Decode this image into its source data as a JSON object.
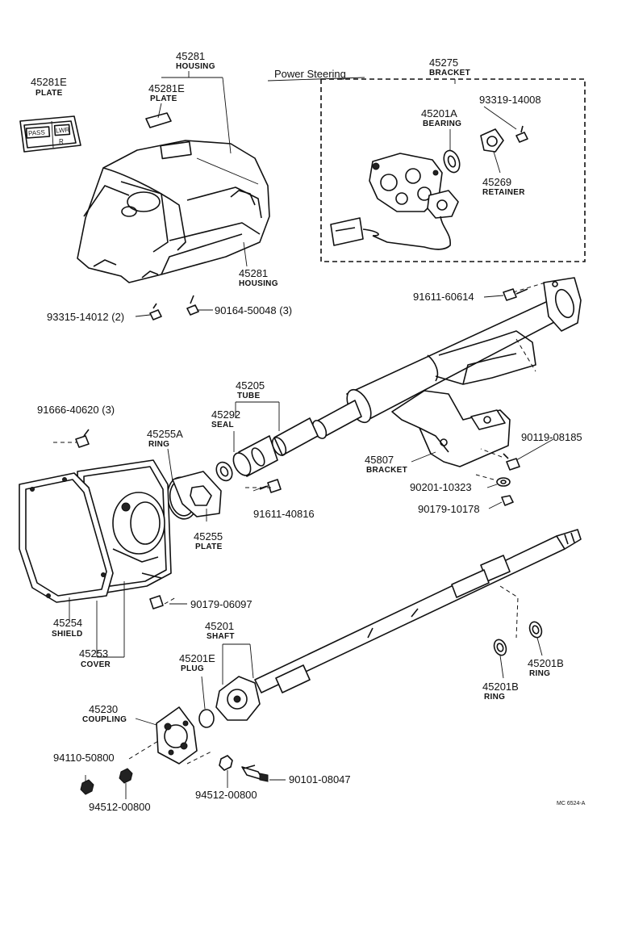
{
  "section_title": "Power Steering",
  "drawing_code": "MC 6524-A",
  "plate_symbols": [
    "PASS",
    "LWR",
    "R"
  ],
  "parts": [
    {
      "id": "p_45281E_a",
      "number": "45281E",
      "name": "PLATE"
    },
    {
      "id": "p_45281_a",
      "number": "45281",
      "name": "HOUSING"
    },
    {
      "id": "p_45281E_b",
      "number": "45281E",
      "name": "PLATE"
    },
    {
      "id": "p_45281_b",
      "number": "45281",
      "name": "HOUSING"
    },
    {
      "id": "p_93315",
      "number": "93315-14012 (2)",
      "name": ""
    },
    {
      "id": "p_90164",
      "number": "90164-50048 (3)",
      "name": ""
    },
    {
      "id": "p_45275",
      "number": "45275",
      "name": "BRACKET"
    },
    {
      "id": "p_45201A",
      "number": "45201A",
      "name": "BEARING"
    },
    {
      "id": "p_93319",
      "number": "93319-14008",
      "name": ""
    },
    {
      "id": "p_45269",
      "number": "45269",
      "name": "RETAINER"
    },
    {
      "id": "p_91611_60614",
      "number": "91611-60614",
      "name": ""
    },
    {
      "id": "p_45205",
      "number": "45205",
      "name": "TUBE"
    },
    {
      "id": "p_45292",
      "number": "45292",
      "name": "SEAL"
    },
    {
      "id": "p_91666",
      "number": "91666-40620 (3)",
      "name": ""
    },
    {
      "id": "p_45255A",
      "number": "45255A",
      "name": "RING"
    },
    {
      "id": "p_45807",
      "number": "45807",
      "name": "BRACKET"
    },
    {
      "id": "p_90119",
      "number": "90119-08185",
      "name": ""
    },
    {
      "id": "p_90201",
      "number": "90201-10323",
      "name": ""
    },
    {
      "id": "p_90179_10178",
      "number": "90179-10178",
      "name": ""
    },
    {
      "id": "p_91611_40816",
      "number": "91611-40816",
      "name": ""
    },
    {
      "id": "p_45255",
      "number": "45255",
      "name": "PLATE"
    },
    {
      "id": "p_90179_06097",
      "number": "90179-06097",
      "name": ""
    },
    {
      "id": "p_45254",
      "number": "45254",
      "name": "SHIELD"
    },
    {
      "id": "p_45253",
      "number": "45253",
      "name": "COVER"
    },
    {
      "id": "p_45201",
      "number": "45201",
      "name": "SHAFT"
    },
    {
      "id": "p_45201E",
      "number": "45201E",
      "name": "PLUG"
    },
    {
      "id": "p_45230",
      "number": "45230",
      "name": "COUPLING"
    },
    {
      "id": "p_45201B_a",
      "number": "45201B",
      "name": "RING"
    },
    {
      "id": "p_45201B_b",
      "number": "45201B",
      "name": "RING"
    },
    {
      "id": "p_94110",
      "number": "94110-50800",
      "name": ""
    },
    {
      "id": "p_94512_a",
      "number": "94512-00800",
      "name": ""
    },
    {
      "id": "p_94512_b",
      "number": "94512-00800",
      "name": ""
    },
    {
      "id": "p_90101",
      "number": "90101-08047",
      "name": ""
    }
  ]
}
